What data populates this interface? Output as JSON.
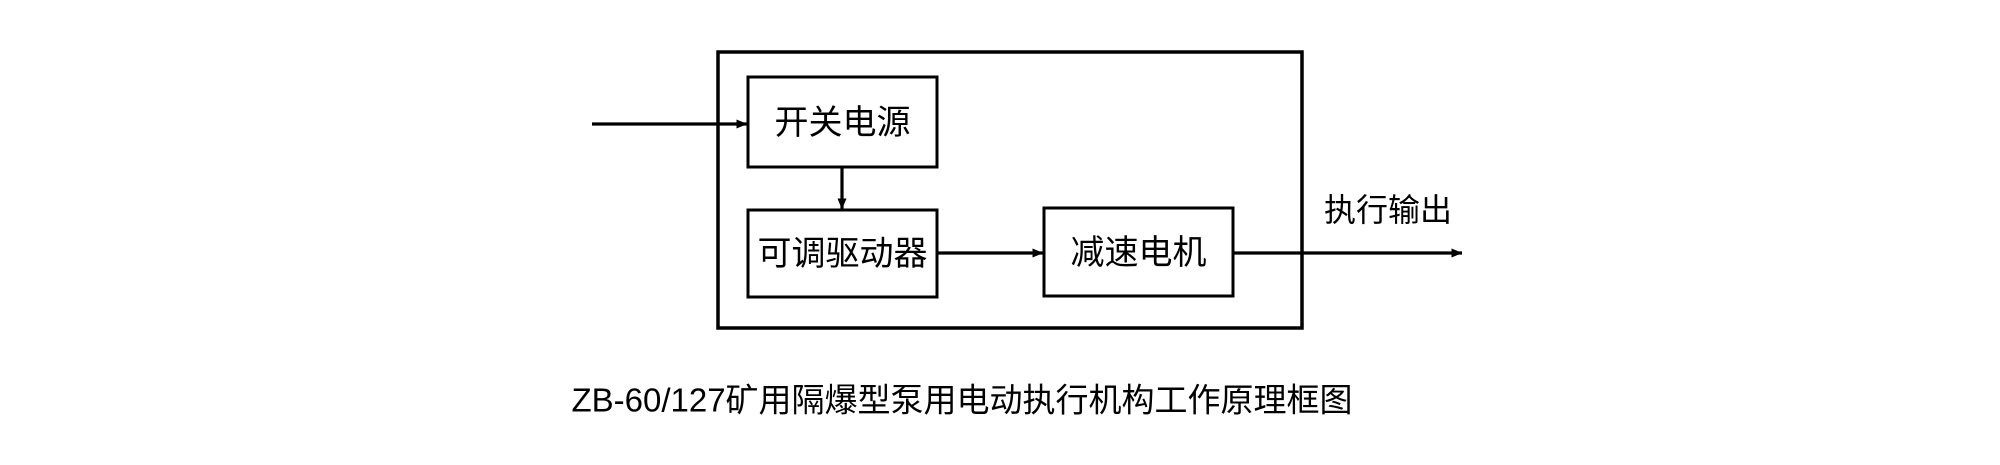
{
  "diagram": {
    "title_caption": "ZB-60/127矿用隔爆型泵用电动执行机构工作原理框图",
    "enclosure": {
      "name": "explosion-proof-enclosure",
      "label": ""
    },
    "blocks": [
      {
        "id": "switching-power-supply",
        "label": "开关电源"
      },
      {
        "id": "adjustable-driver",
        "label": "可调驱动器"
      },
      {
        "id": "geared-motor",
        "label": "减速电机"
      }
    ],
    "edge_labels": [
      {
        "id": "actuator-output",
        "label": "执行输出"
      }
    ],
    "connections": [
      {
        "id": "power-input-arrow",
        "from": "external-power",
        "to": "switching-power-supply"
      },
      {
        "id": "supply-to-driver-arrow",
        "from": "switching-power-supply",
        "to": "adjustable-driver"
      },
      {
        "id": "driver-to-motor-arrow",
        "from": "adjustable-driver",
        "to": "geared-motor"
      },
      {
        "id": "motor-to-output-arrow",
        "from": "geared-motor",
        "to": "actuator-output"
      }
    ],
    "colors": {
      "stroke": "#000000",
      "background": "#ffffff",
      "text": "#000000"
    }
  }
}
